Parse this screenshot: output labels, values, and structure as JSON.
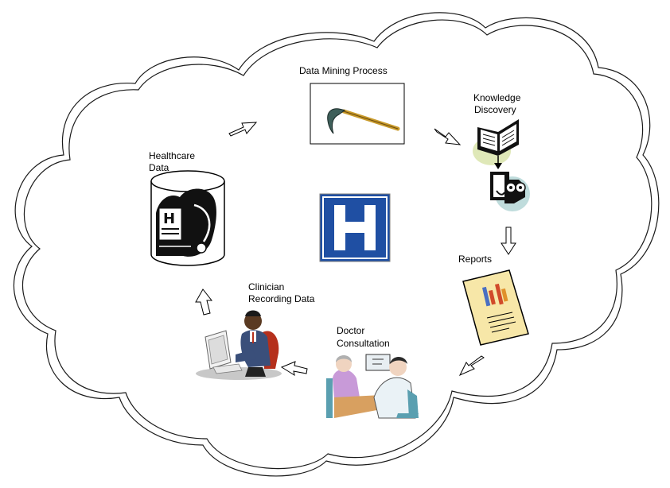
{
  "labels": {
    "data_mining": "Data Mining Process",
    "knowledge_1": "Knowledge",
    "knowledge_2": "Discovery",
    "healthcare_1": "Healthcare",
    "healthcare_2": "Data",
    "reports": "Reports",
    "clinician_1": "Clinician",
    "clinician_2": "Recording Data",
    "doctor_1": "Doctor",
    "doctor_2": "Consultation"
  },
  "icons": [
    "cloud-outline",
    "scythe-icon",
    "open-book-icon",
    "thinking-person-icon",
    "hospital-h-sign-icon",
    "database-cylinder-icon",
    "stethoscope-icon",
    "report-chart-icon",
    "clinician-at-computer-icon",
    "doctor-consultation-icon",
    "flow-arrow-icon"
  ],
  "colors": {
    "hospital_sign": "#1f4fa3",
    "report_paper": "#f7e7a8",
    "book_highlight": "#dfe8b8",
    "person_highlight": "#bfdcdc",
    "scythe_handle": "#c89a2a"
  }
}
